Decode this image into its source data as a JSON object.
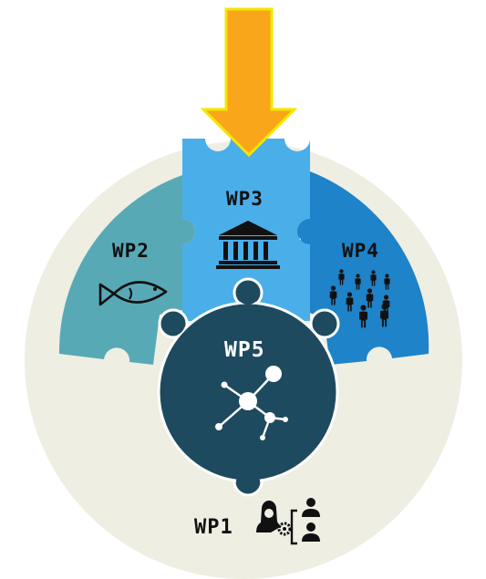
{
  "arrow": {
    "color": "#f9a61a",
    "outline": "#f3e600"
  },
  "colors": {
    "background": "#eeeee3",
    "wp2": "#58a9b6",
    "wp3": "#4aaee9",
    "wp4": "#1e83c8",
    "wp5": "#1e4a5f"
  },
  "workpackages": {
    "wp1": {
      "label": "WP1",
      "icons": [
        "manager-gear-icon",
        "team-members-icon"
      ]
    },
    "wp2": {
      "label": "WP2",
      "icon": "fish-icon"
    },
    "wp3": {
      "label": "WP3",
      "icon": "institution-building-icon"
    },
    "wp4": {
      "label": "WP4",
      "icon": "people-crowd-icon"
    },
    "wp5": {
      "label": "WP5",
      "icon": "network-nodes-icon"
    }
  }
}
